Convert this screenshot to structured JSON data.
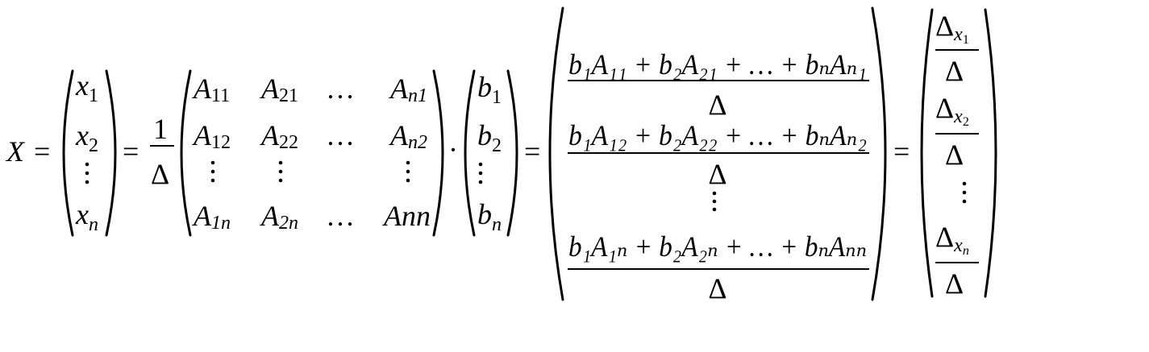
{
  "lhs": {
    "var": "X",
    "eq": "="
  },
  "x_vector": [
    {
      "base": "x",
      "sub": "1"
    },
    {
      "base": "x",
      "sub": "2"
    },
    {
      "base": "x",
      "sub": "n"
    }
  ],
  "eq_signs": [
    "=",
    "=",
    "=",
    "="
  ],
  "scalar": {
    "num": "1",
    "den": "Δ"
  },
  "adj_matrix": [
    [
      {
        "base": "A",
        "sub": "11"
      },
      {
        "base": "A",
        "sub": "21"
      },
      {
        "text": "…"
      },
      {
        "base": "A",
        "sub": "n1"
      }
    ],
    [
      {
        "base": "A",
        "sub": "12"
      },
      {
        "base": "A",
        "sub": "22"
      },
      {
        "text": "…"
      },
      {
        "base": "A",
        "sub": "n2"
      }
    ],
    [
      {
        "base": "A",
        "sub": "1n"
      },
      {
        "base": "A",
        "sub": "2n"
      },
      {
        "text": "…"
      },
      {
        "text": "Ann"
      }
    ]
  ],
  "dot_op": "·",
  "b_vector": [
    {
      "base": "b",
      "sub": "1"
    },
    {
      "base": "b",
      "sub": "2"
    },
    {
      "base": "b",
      "sub": "n"
    }
  ],
  "result_fractions": [
    {
      "num": "b₁A₁₁ + b₂A₂₁ + … + bₙAₙ₁",
      "den": "Δ"
    },
    {
      "num": "b₁A₁₂ + b₂A₂₂ + … + bₙAₙ₂",
      "den": "Δ"
    },
    {
      "num": "b₁A₁ₙ + b₂A₂ₙ + … + bₙAₙₙ",
      "den": "Δ"
    }
  ],
  "delta_fractions": [
    {
      "num": "Δ",
      "num_sub": "x",
      "num_subsub": "1",
      "den": "Δ"
    },
    {
      "num": "Δ",
      "num_sub": "x",
      "num_subsub": "2",
      "den": "Δ"
    },
    {
      "num": "Δ",
      "num_sub": "x",
      "num_subsub": "n",
      "den": "Δ"
    }
  ]
}
